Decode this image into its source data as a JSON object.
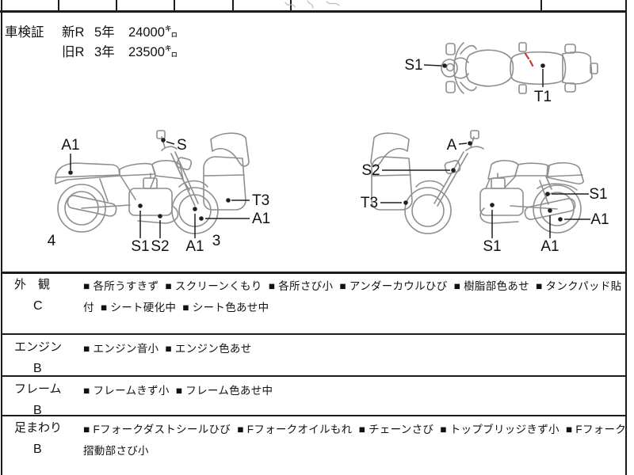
{
  "colors": {
    "border": "#1c1c1c",
    "sketch_line": "#8e8e8e",
    "leader_line": "#1f1f1f",
    "text": "#111111",
    "red_mark": "#c23b2e"
  },
  "shaken": {
    "label": "車検証",
    "rows": [
      {
        "era": "新R",
        "years": "5年",
        "distance": "24000㌔"
      },
      {
        "era": "旧R",
        "years": "3年",
        "distance": "23500㌔"
      }
    ]
  },
  "diagrams": {
    "top_view": {
      "s1": "S1",
      "t1": "T1"
    },
    "right_side": {
      "a1_tail": "A1",
      "s_mirror": "S",
      "t3_cowl": "T3",
      "a1_wheel": "A1",
      "s1_engine": "S1",
      "s2_exhaust": "S2",
      "a1_fork": "A1",
      "num_rear": "4",
      "num_front": "3"
    },
    "left_side": {
      "a_mirror": "A",
      "s2_headlight": "S2",
      "t3_cowl": "T3",
      "s1_engine": "S1",
      "a1_muffler": "A1",
      "s1_shock": "S1",
      "a1_wheel": "A1"
    }
  },
  "condition": {
    "bullet": "■",
    "rows": [
      {
        "section": "外　観",
        "grade": "C",
        "items": [
          "各所うすきず",
          "スクリーンくもり",
          "各所さび小",
          "アンダーカウルひび",
          "樹脂部色あせ",
          "タンクパッド貼付",
          "シート硬化中",
          "シート色あせ中"
        ]
      },
      {
        "section": "エンジン",
        "grade": "B",
        "items": [
          "エンジン音小",
          "エンジン色あせ"
        ]
      },
      {
        "section": "フレーム",
        "grade": "B",
        "items": [
          "フレームきず小",
          "フレーム色あせ中"
        ]
      },
      {
        "section": "足まわり",
        "grade": "B",
        "items": [
          "Fフォークダストシールひび",
          "Fフォークオイルもれ",
          "チェーンさび",
          "トップブリッジきず小",
          "Fフォーク摺動部さび小"
        ]
      }
    ]
  }
}
